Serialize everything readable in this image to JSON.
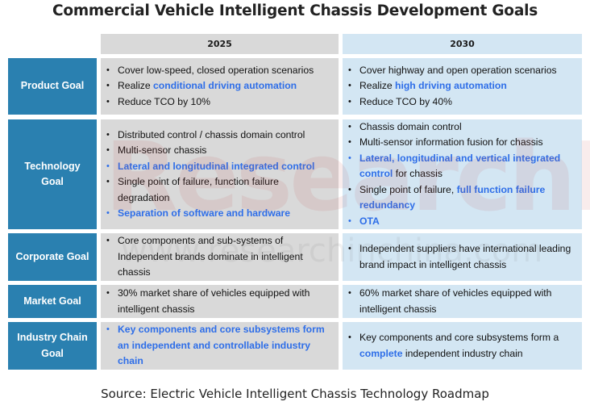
{
  "title": "Commercial Vehicle Intelligent Chassis Development Goals",
  "columns": {
    "year_1": "2025",
    "year_2": "2030"
  },
  "colors": {
    "label_bg": "#2a80b0",
    "col_2025_bg": "#d9d9d9",
    "col_2030_bg": "#d3e6f3",
    "highlight_text": "#2e6ee8"
  },
  "rows": [
    {
      "label": "Product Goal",
      "c2025": [
        {
          "pre": "Cover low-speed, closed operation scenarios"
        },
        {
          "pre": "Realize ",
          "hl": "conditional driving automation"
        },
        {
          "pre": "Reduce TCO by 10%"
        }
      ],
      "c2030": [
        {
          "pre": "Cover highway and open operation scenarios"
        },
        {
          "pre": "Realize ",
          "hl": "high driving automation"
        },
        {
          "pre": "Reduce TCO by 40%"
        }
      ]
    },
    {
      "label": "Technology Goal",
      "c2025": [
        {
          "pre": "Distributed control / chassis domain control"
        },
        {
          "pre": "Multi-sensor chassis"
        },
        {
          "hl": "Lateral and longitudinal integrated control"
        },
        {
          "pre": "Single point of failure, function failure degradation"
        },
        {
          "hl": "Separation of software and hardware"
        }
      ],
      "c2030": [
        {
          "pre": "Chassis domain control"
        },
        {
          "pre": "Multi-sensor information fusion for chassis"
        },
        {
          "hl": "Lateral, longitudinal and vertical integrated control",
          "post": " for chassis"
        },
        {
          "pre": "Single point of failure, ",
          "hl": "full function failure redundancy"
        },
        {
          "hl": "OTA"
        }
      ]
    },
    {
      "label": "Corporate Goal",
      "c2025": [
        {
          "pre": "Core components and sub-systems of Independent brands dominate in intelligent chassis"
        }
      ],
      "c2030": [
        {
          "pre": "Independent suppliers have international leading brand impact in intelligent chassis"
        }
      ]
    },
    {
      "label": "Market Goal",
      "c2025": [
        {
          "pre": "30% market share of vehicles equipped with intelligent chassis"
        }
      ],
      "c2030": [
        {
          "pre": "60% market share of vehicles equipped with intelligent chassis"
        }
      ]
    },
    {
      "label": "Industry Chain Goal",
      "c2025": [
        {
          "hl": "Key components and core subsystems form an independent and controllable industry chain"
        }
      ],
      "c2030": [
        {
          "pre": "Key components and core subsystems form a ",
          "hl": "complete",
          "post": " independent industry chain"
        }
      ]
    }
  ],
  "watermark": {
    "big": "ResearchInChina",
    "url": "www.researchinchina.com"
  },
  "source": "Source: Electric Vehicle Intelligent Chassis Technology Roadmap"
}
